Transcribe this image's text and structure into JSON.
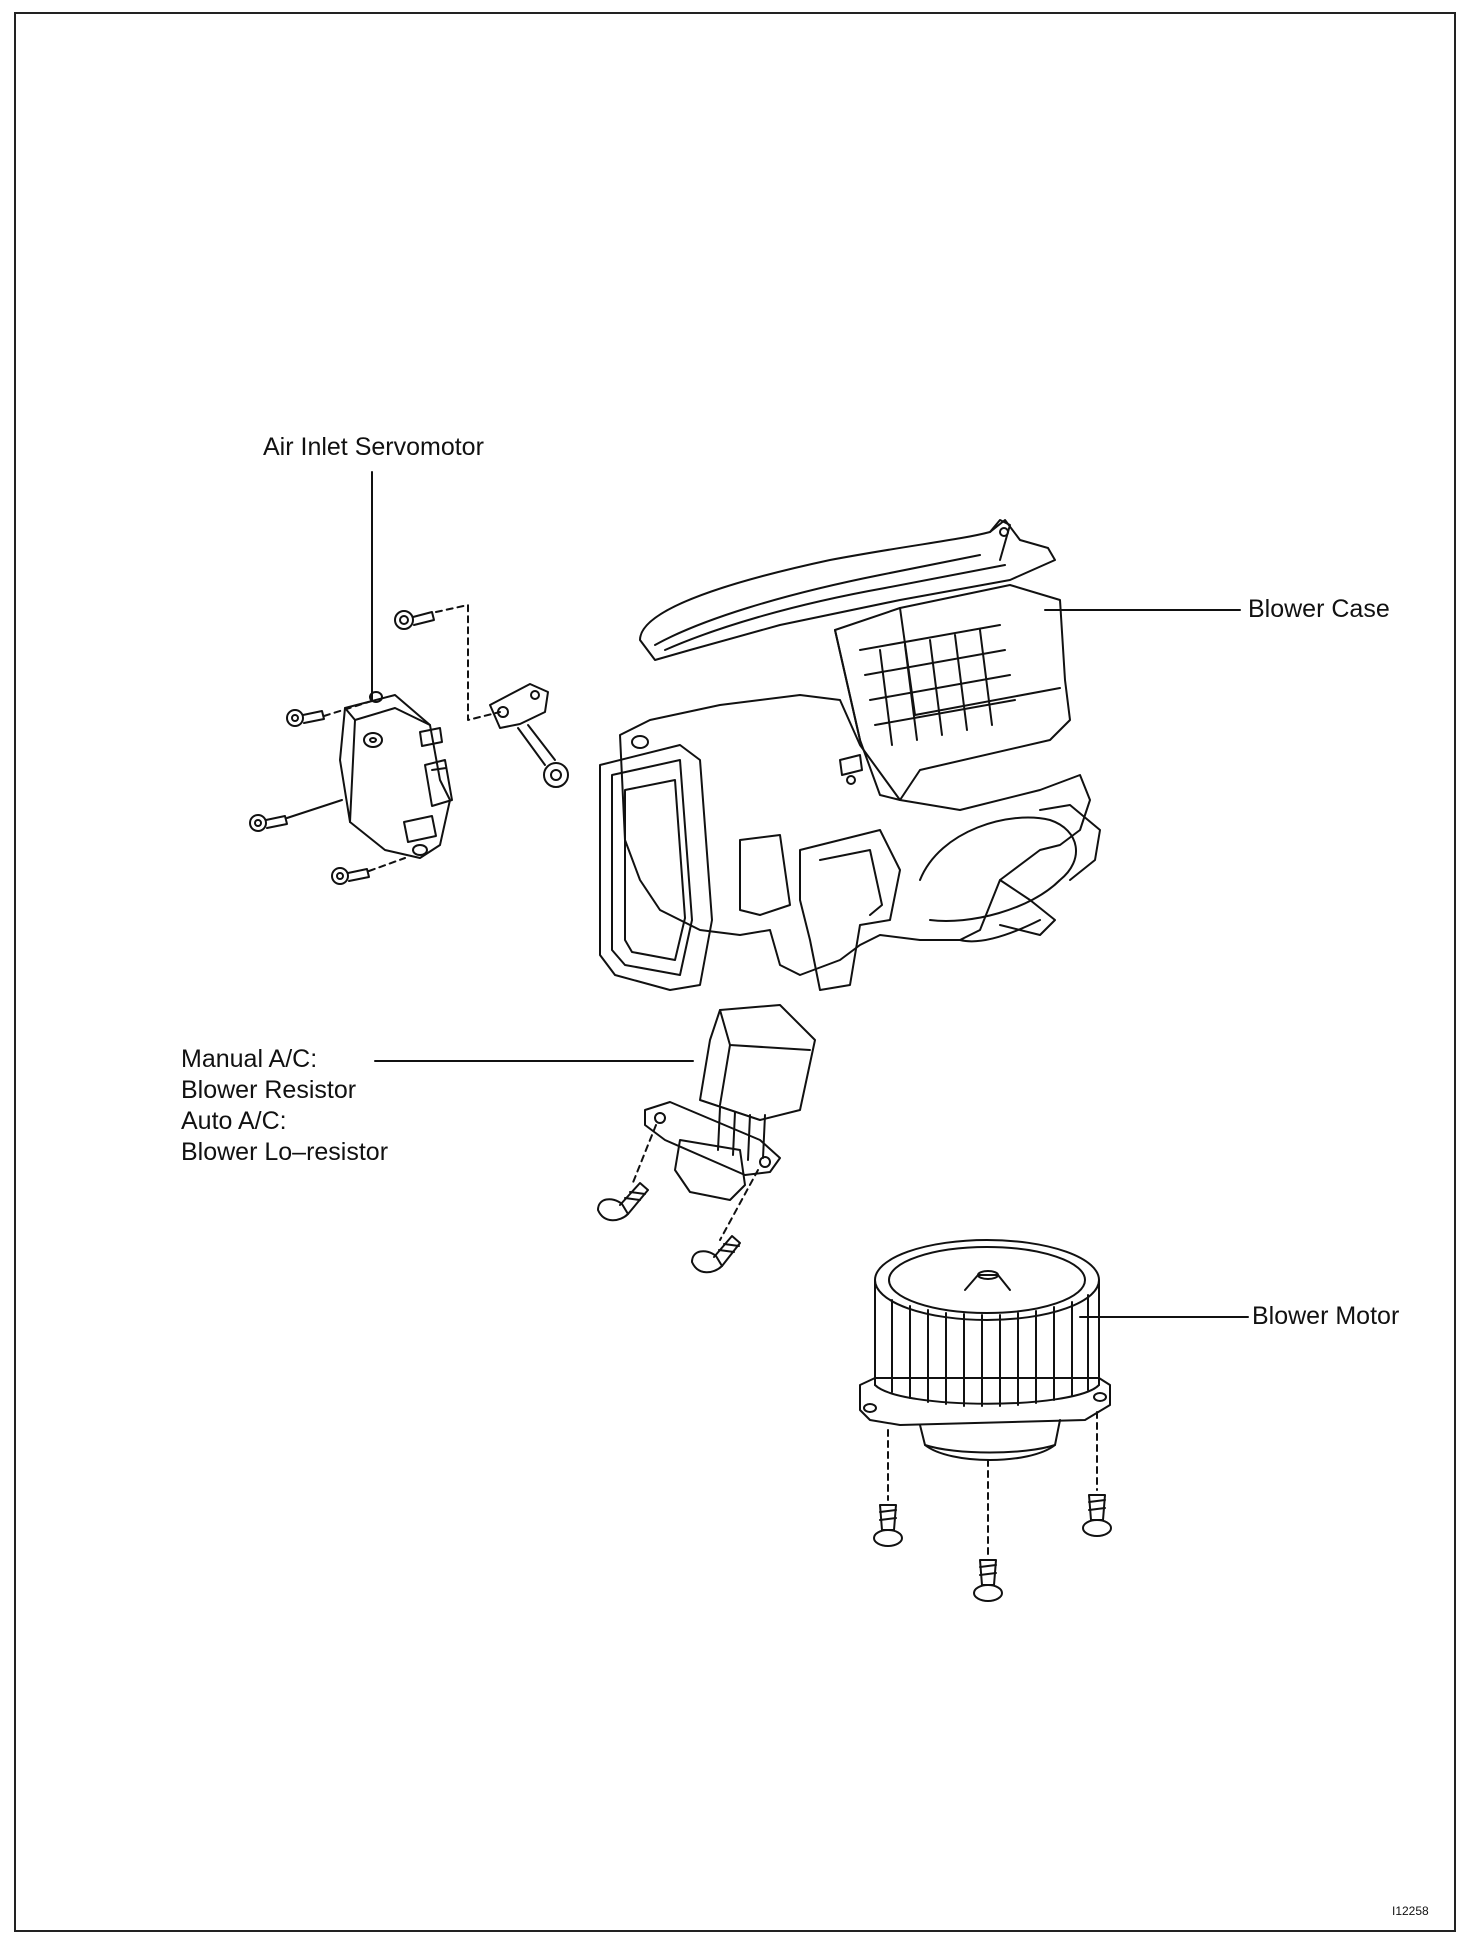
{
  "labels": {
    "air_inlet_servomotor": "Air Inlet Servomotor",
    "blower_case": "Blower Case",
    "resistor_lines": [
      "Manual A/C:",
      "Blower Resistor",
      "Auto A/C:",
      "Blower Lo–resistor"
    ],
    "blower_motor": "Blower Motor"
  },
  "figure_code": "I12258"
}
